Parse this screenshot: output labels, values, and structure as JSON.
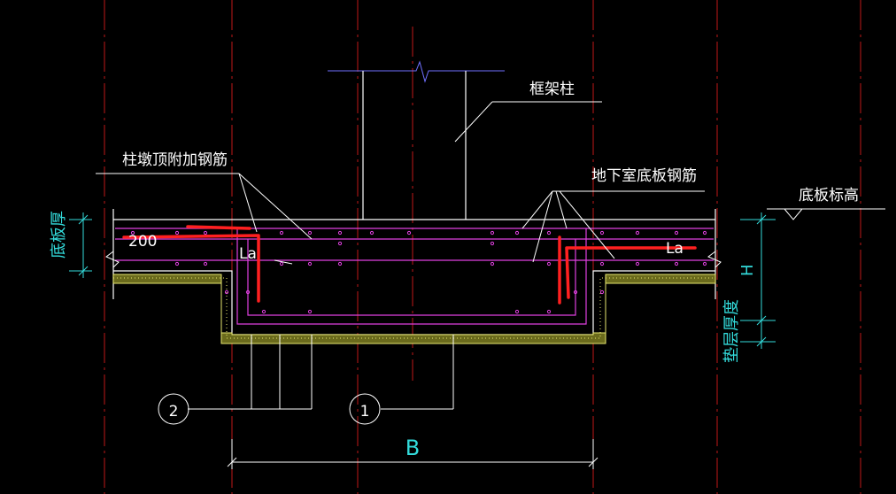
{
  "labels": {
    "frame_column": "框架柱",
    "pier_top_rebar": "柱墩顶附加钢筋",
    "basement_slab_rebar": "地下室底板钢筋",
    "slab_elevation": "底板标高",
    "slab_thickness": "底板厚",
    "cushion_thickness": "垫层厚度",
    "dim_200": "200",
    "la_left": "La",
    "la_right": "La",
    "dim_H": "H",
    "dim_B": "B",
    "callout_1": "1",
    "callout_2": "2"
  },
  "colors": {
    "background": "#000000",
    "axis": "#c01818",
    "outline": "#ffffff",
    "rebar": "#e040e0",
    "added_rebar": "#ff2020",
    "column_top": "#7070ff",
    "cushion": "#e8e870",
    "dimension": "#33dcdc"
  }
}
